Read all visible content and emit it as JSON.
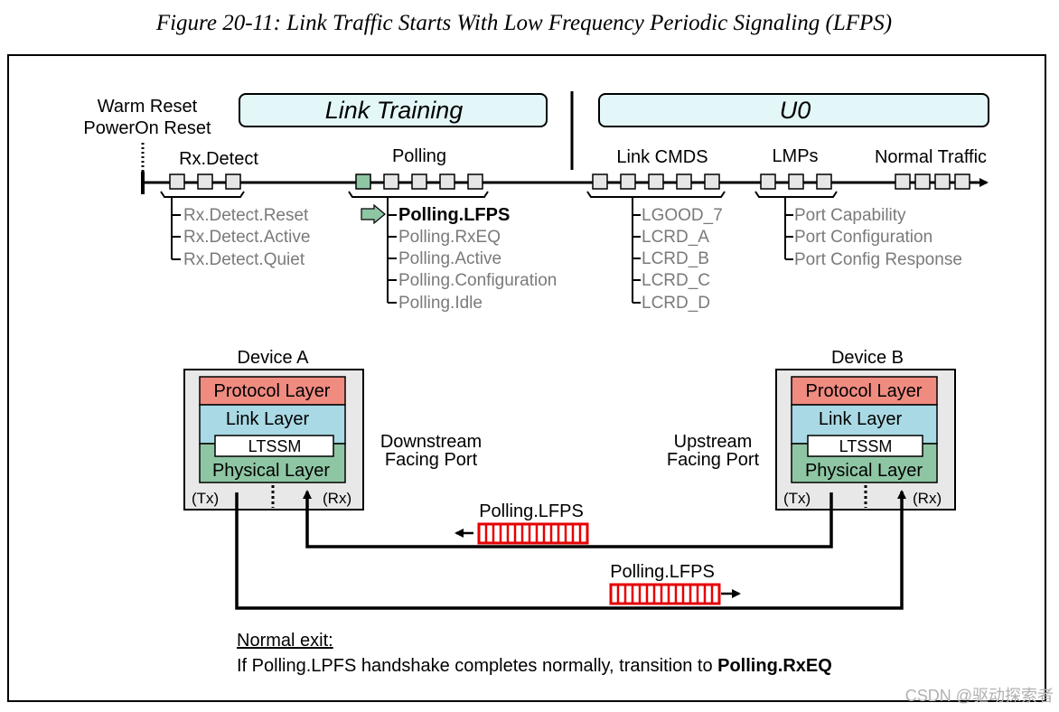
{
  "caption": "Figure 20-11: Link Traffic Starts With Low Frequency Periodic Signaling (LFPS)",
  "reset_labels": [
    "Warm Reset",
    "PowerOn Reset"
  ],
  "phases": {
    "link_training": "Link Training",
    "u0": "U0"
  },
  "timeline": {
    "rx_detect": {
      "label": "Rx.Detect",
      "substates": [
        "Rx.Detect.Reset",
        "Rx.Detect.Active",
        "Rx.Detect.Quiet"
      ]
    },
    "polling": {
      "label": "Polling",
      "substates": [
        "Polling.LFPS",
        "Polling.RxEQ",
        "Polling.Active",
        "Polling.Configuration",
        "Polling.Idle"
      ],
      "current": "Polling.LFPS"
    },
    "link_cmds": {
      "label": "Link CMDS",
      "items": [
        "LGOOD_7",
        "LCRD_A",
        "LCRD_B",
        "LCRD_C",
        "LCRD_D"
      ]
    },
    "lmps": {
      "label": "LMPs",
      "items": [
        "Port Capability",
        "Port Configuration",
        "Port Config Response"
      ]
    },
    "normal_traffic": {
      "label": "Normal Traffic"
    }
  },
  "device_a": {
    "title": "Device A",
    "protocol_layer": "Protocol Layer",
    "link_layer": "Link Layer",
    "ltssm": "LTSSM",
    "physical_layer": "Physical Layer",
    "tx": "(Tx)",
    "rx": "(Rx)",
    "port": [
      "Downstream",
      "Facing Port"
    ]
  },
  "device_b": {
    "title": "Device B",
    "protocol_layer": "Protocol Layer",
    "link_layer": "Link Layer",
    "ltssm": "LTSSM",
    "physical_layer": "Physical Layer",
    "tx": "(Tx)",
    "rx": "(Rx)",
    "port": [
      "Upstream",
      "Facing Port"
    ]
  },
  "signals": {
    "upper": "Polling.LFPS",
    "lower": "Polling.LFPS"
  },
  "exit": {
    "heading": "Normal exit:",
    "text": "If Polling.LPFS handshake completes normally, transition to ",
    "target": "Polling.RxEQ"
  },
  "watermark": "CSDN @驱动探索者",
  "colors": {
    "phase_fill": "#e4f7f8",
    "protocol": "#f08b80",
    "link": "#a9d9e4",
    "physical": "#8ec6a4",
    "device_bg": "#e8e8e8",
    "lfps_red": "#e60000",
    "highlight_slot": "#8ec6a4",
    "grey_text": "#7a7a7a"
  }
}
